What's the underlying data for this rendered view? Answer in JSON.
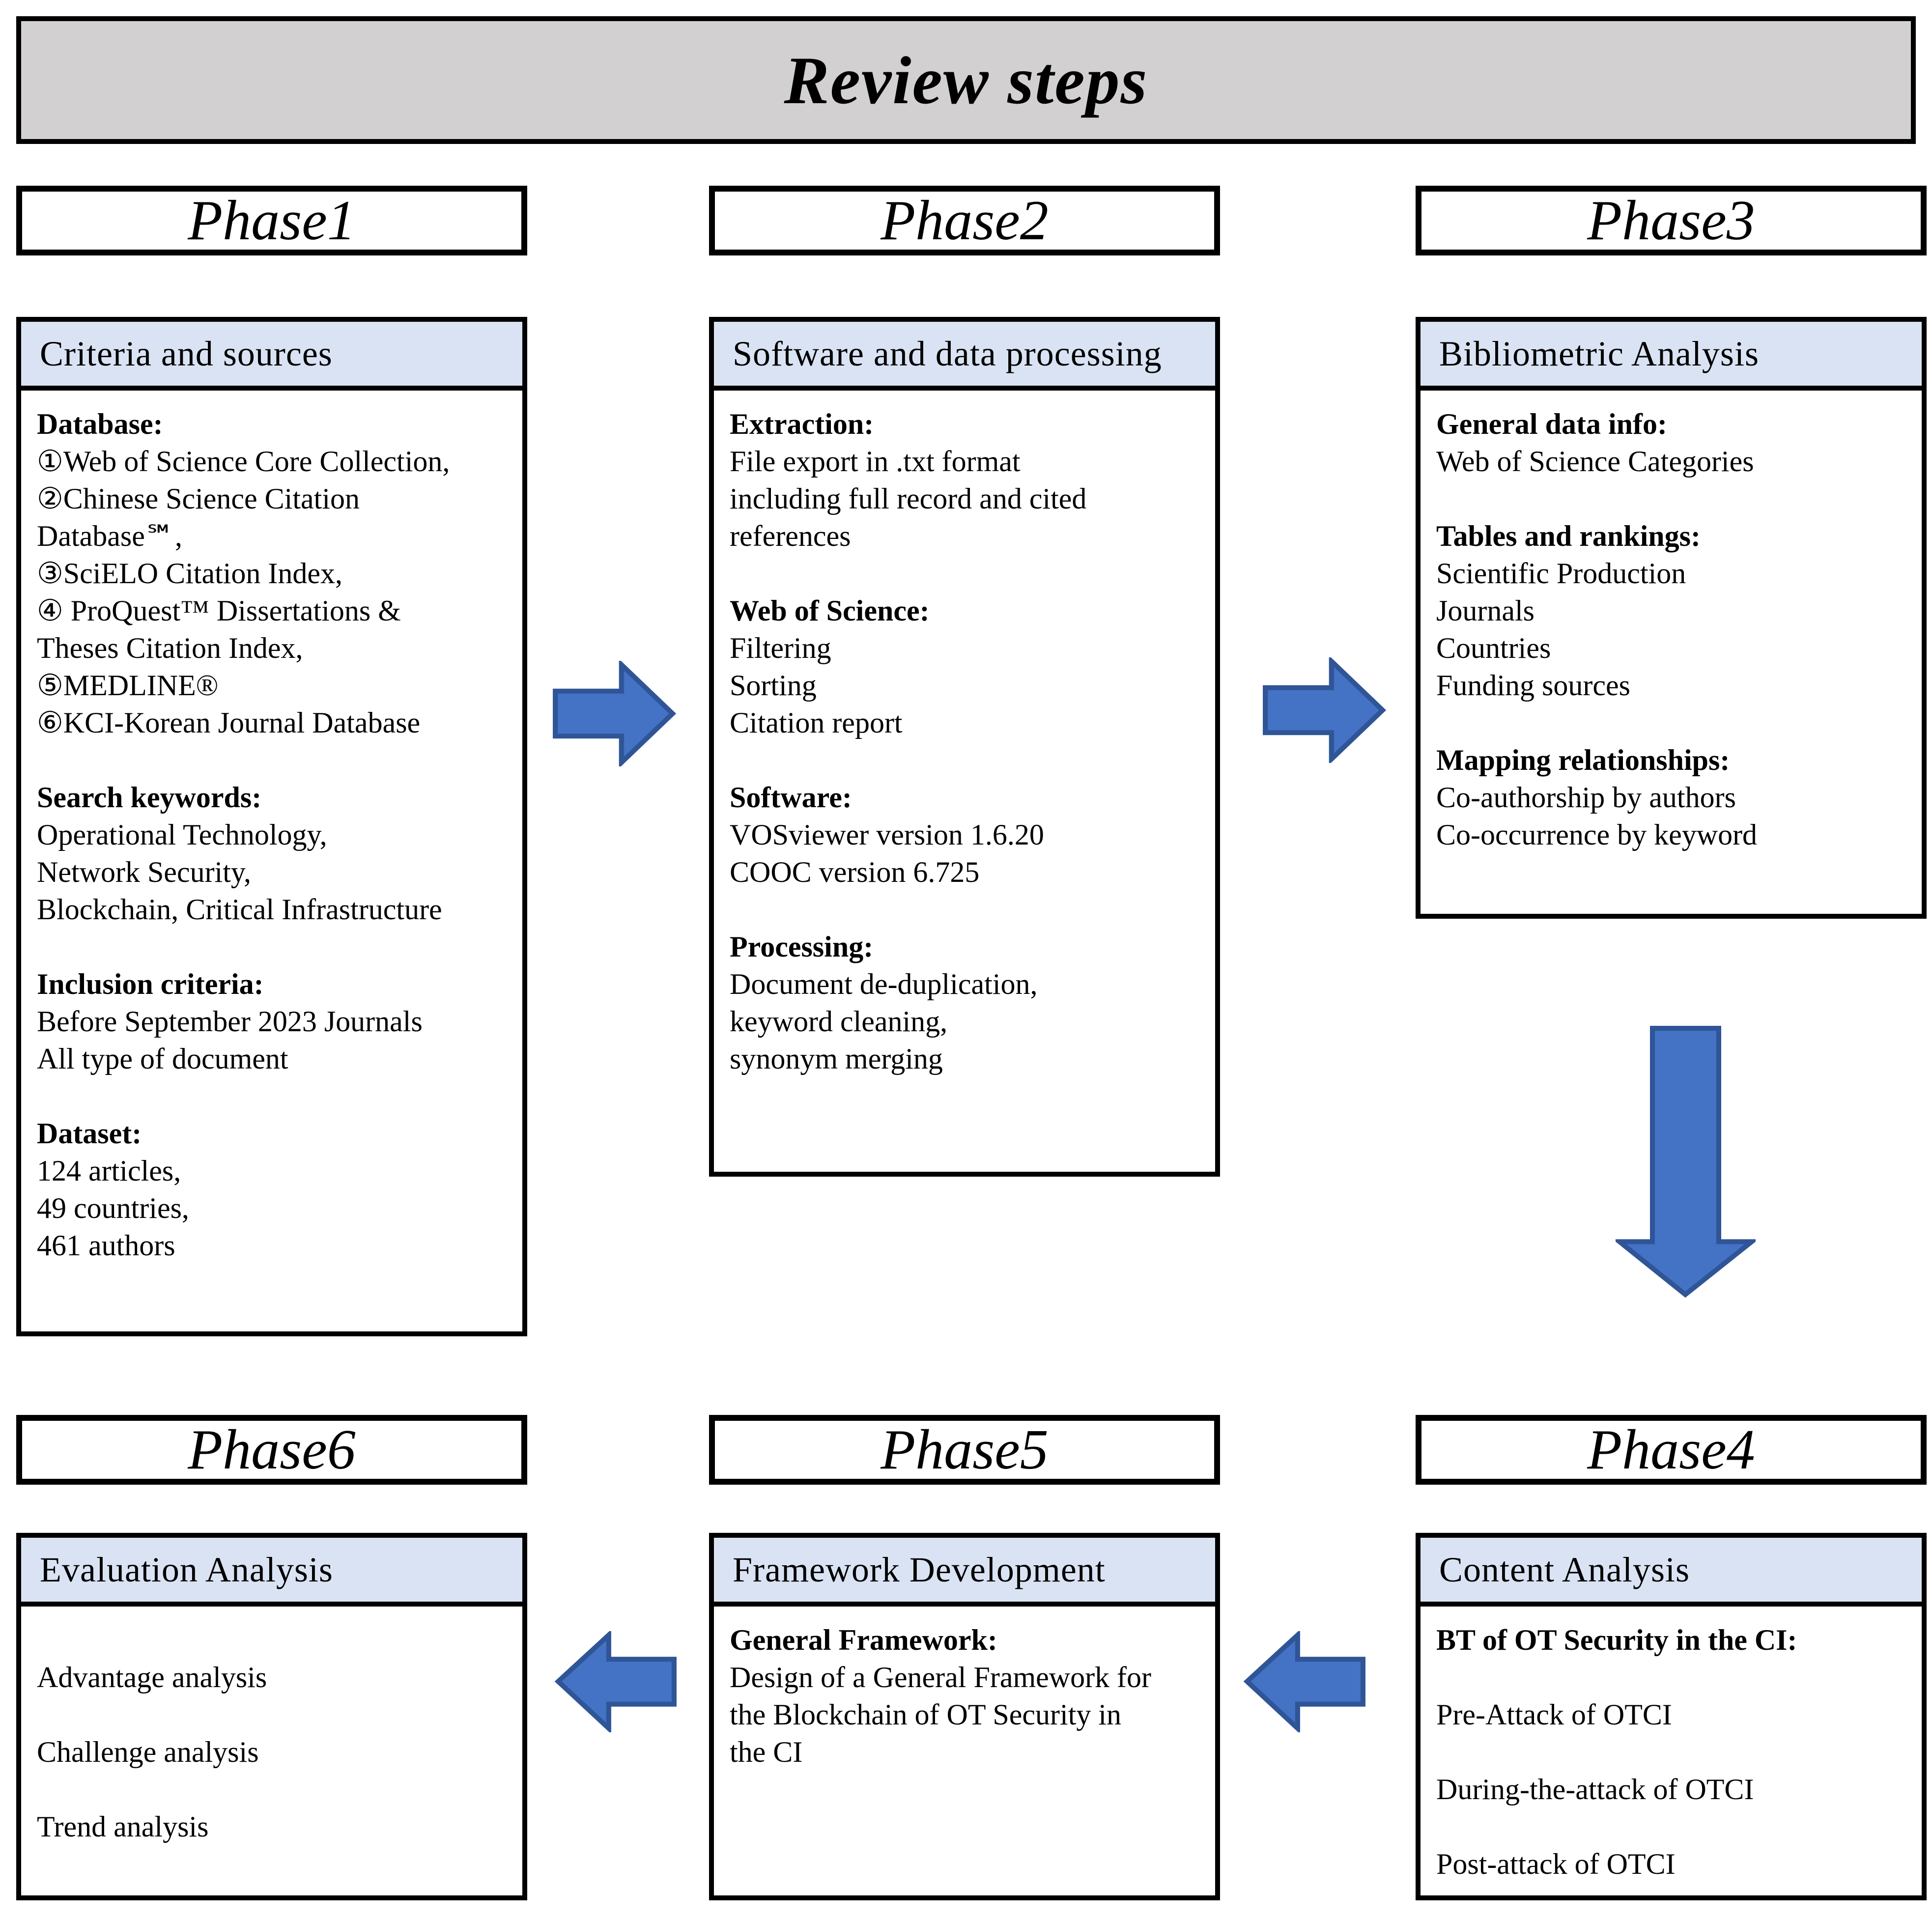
{
  "title": "Review steps",
  "colors": {
    "title_bg": "#d2d0d0",
    "header_bg": "#dae3f3",
    "box_border": "#000000",
    "arrow_fill": "#4472c4",
    "arrow_border": "#2f5597"
  },
  "phases": [
    {
      "label": "Phase1",
      "header": "Criteria  and sources",
      "lines": [
        "Database:",
        "①Web of Science Core Collection,",
        "②Chinese Science Citation",
        "Database℠,",
        "③SciELO Citation Index,",
        "④ ProQuest™ Dissertations &",
        "Theses Citation Index,",
        "⑤MEDLINE®",
        "⑥KCI-Korean Journal Database",
        "",
        "Search keywords:",
        "Operational Technology,",
        "Network Security,",
        "Blockchain, Critical Infrastructure",
        "",
        "Inclusion criteria:",
        "Before September 2023 Journals",
        "All type of document",
        "",
        "Dataset:",
        "124 articles,",
        "49 countries,",
        "461 authors"
      ]
    },
    {
      "label": "Phase2",
      "header": "Software and data processing",
      "lines": [
        "Extraction:",
        "File export in .txt format",
        "including full record and cited",
        "references",
        "",
        "Web of Science:",
        "Filtering",
        "Sorting",
        "Citation report",
        "",
        "Software:",
        "VOSviewer version 1.6.20",
        "COOC version 6.725",
        "",
        "Processing:",
        "Document de-duplication,",
        "keyword cleaning,",
        "synonym merging"
      ]
    },
    {
      "label": "Phase3",
      "header": "Bibliometric Analysis",
      "lines": [
        "General data info:",
        "Web of Science Categories",
        "",
        "Tables and rankings:",
        "Scientific Production",
        "Journals",
        "Countries",
        "Funding  sources",
        "",
        "Mapping relationships:",
        "Co-authorship by authors",
        "Co-occurrence by keyword"
      ]
    },
    {
      "label": "Phase4",
      "header": "Content Analysis",
      "lines": [
        "BT of OT  Security in the CI:",
        "",
        "Pre-Attack of OTCI",
        "",
        "During-the-attack of OTCI",
        "",
        "Post-attack of OTCI"
      ]
    },
    {
      "label": "Phase5",
      "header": "Framework Development",
      "lines": [
        "General Framework:",
        "Design of a General Framework for",
        "the Blockchain of OT  Security in",
        "the CI"
      ]
    },
    {
      "label": "Phase6",
      "header": "Evaluation Analysis",
      "lines": [
        "",
        "Advantage  analysis",
        "",
        "Challenge analysis",
        "",
        "Trend analysis"
      ]
    }
  ],
  "arrows": {
    "fill": "#4472c4",
    "stroke": "#2f5597",
    "items": [
      "phase1-to-phase2-right",
      "phase2-to-phase3-right",
      "phase3-to-phase4-down",
      "phase4-to-phase5-left",
      "phase5-to-phase6-left"
    ]
  }
}
